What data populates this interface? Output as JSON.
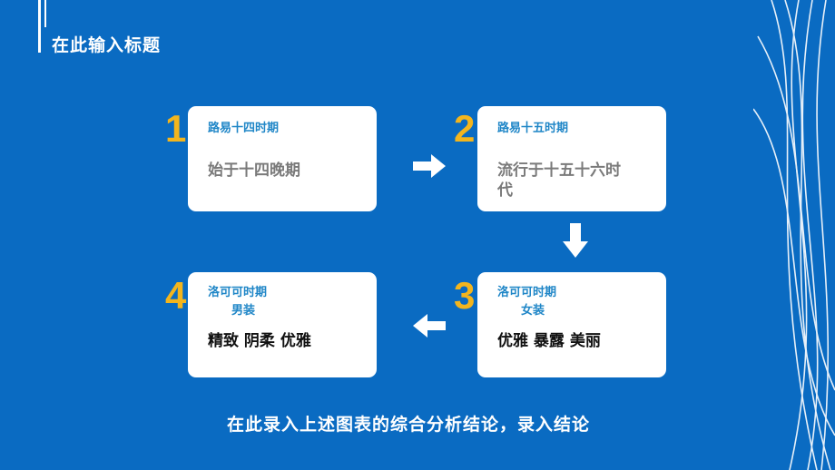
{
  "slide": {
    "title": "在此输入标题",
    "conclusion": "在此录入上述图表的综合分析结论，录入结论"
  },
  "steps": [
    {
      "number": "1",
      "heading": "路易十四时期",
      "body": "始于十四晚期"
    },
    {
      "number": "2",
      "heading": "路易十五时期",
      "body": "流行于十五十六时代"
    },
    {
      "number": "3",
      "heading": "洛可可时期",
      "sub": "女装",
      "body": "优雅 暴露 美丽"
    },
    {
      "number": "4",
      "heading": "洛可可时期",
      "sub": "男装",
      "body": "精致 阴柔 优雅"
    }
  ],
  "colors": {
    "background": "#0a6bc2",
    "number": "#f3b51d",
    "heading": "#1f86c7",
    "card": "#ffffff"
  }
}
